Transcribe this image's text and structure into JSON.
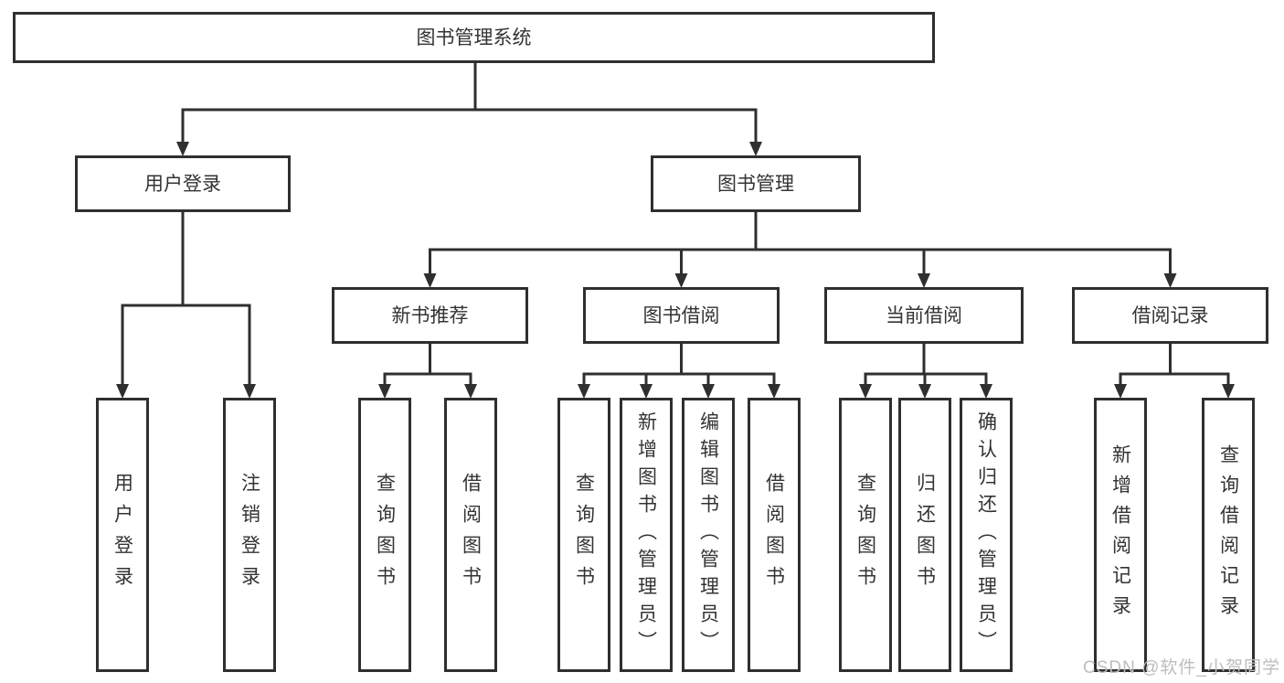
{
  "diagram_title": "图书管理系统",
  "watermark": "CSDN @软件_小贺同学",
  "colors": {
    "line": "#2f2f2f",
    "box_border": "#2f2f2f",
    "text": "#333333",
    "background": "#ffffff",
    "watermark": "#bdbdbd"
  },
  "nodes": [
    {
      "id": "root",
      "label": "图书管理系统"
    },
    {
      "id": "login",
      "label": "用户登录"
    },
    {
      "id": "mgmt",
      "label": "图书管理"
    },
    {
      "id": "login-user",
      "label": "用户登录"
    },
    {
      "id": "login-logout",
      "label": "注销登录"
    },
    {
      "id": "rec",
      "label": "新书推荐"
    },
    {
      "id": "borrow",
      "label": "图书借阅"
    },
    {
      "id": "current",
      "label": "当前借阅"
    },
    {
      "id": "history",
      "label": "借阅记录"
    },
    {
      "id": "rec-query",
      "label": "查询图书"
    },
    {
      "id": "rec-borrow",
      "label": "借阅图书"
    },
    {
      "id": "borrow-query",
      "label": "查询图书"
    },
    {
      "id": "borrow-add",
      "label": "新增图书（管理员）"
    },
    {
      "id": "borrow-edit",
      "label": "编辑图书（管理员）"
    },
    {
      "id": "borrow-borrow",
      "label": "借阅图书"
    },
    {
      "id": "current-query",
      "label": "查询图书"
    },
    {
      "id": "current-return",
      "label": "归还图书"
    },
    {
      "id": "current-confirm",
      "label": "确认归还（管理员）"
    },
    {
      "id": "history-add",
      "label": "新增借阅记录"
    },
    {
      "id": "history-query",
      "label": "查询借阅记录"
    }
  ],
  "edges": [
    {
      "parent": "root",
      "children": [
        "login",
        "mgmt"
      ]
    },
    {
      "parent": "login",
      "children": [
        "login-user",
        "login-logout"
      ]
    },
    {
      "parent": "mgmt",
      "children": [
        "rec",
        "borrow",
        "current",
        "history"
      ]
    },
    {
      "parent": "rec",
      "children": [
        "rec-query",
        "rec-borrow"
      ]
    },
    {
      "parent": "borrow",
      "children": [
        "borrow-query",
        "borrow-add",
        "borrow-edit",
        "borrow-borrow"
      ]
    },
    {
      "parent": "current",
      "children": [
        "current-query",
        "current-return",
        "current-confirm"
      ]
    },
    {
      "parent": "history",
      "children": [
        "history-add",
        "history-query"
      ]
    }
  ]
}
